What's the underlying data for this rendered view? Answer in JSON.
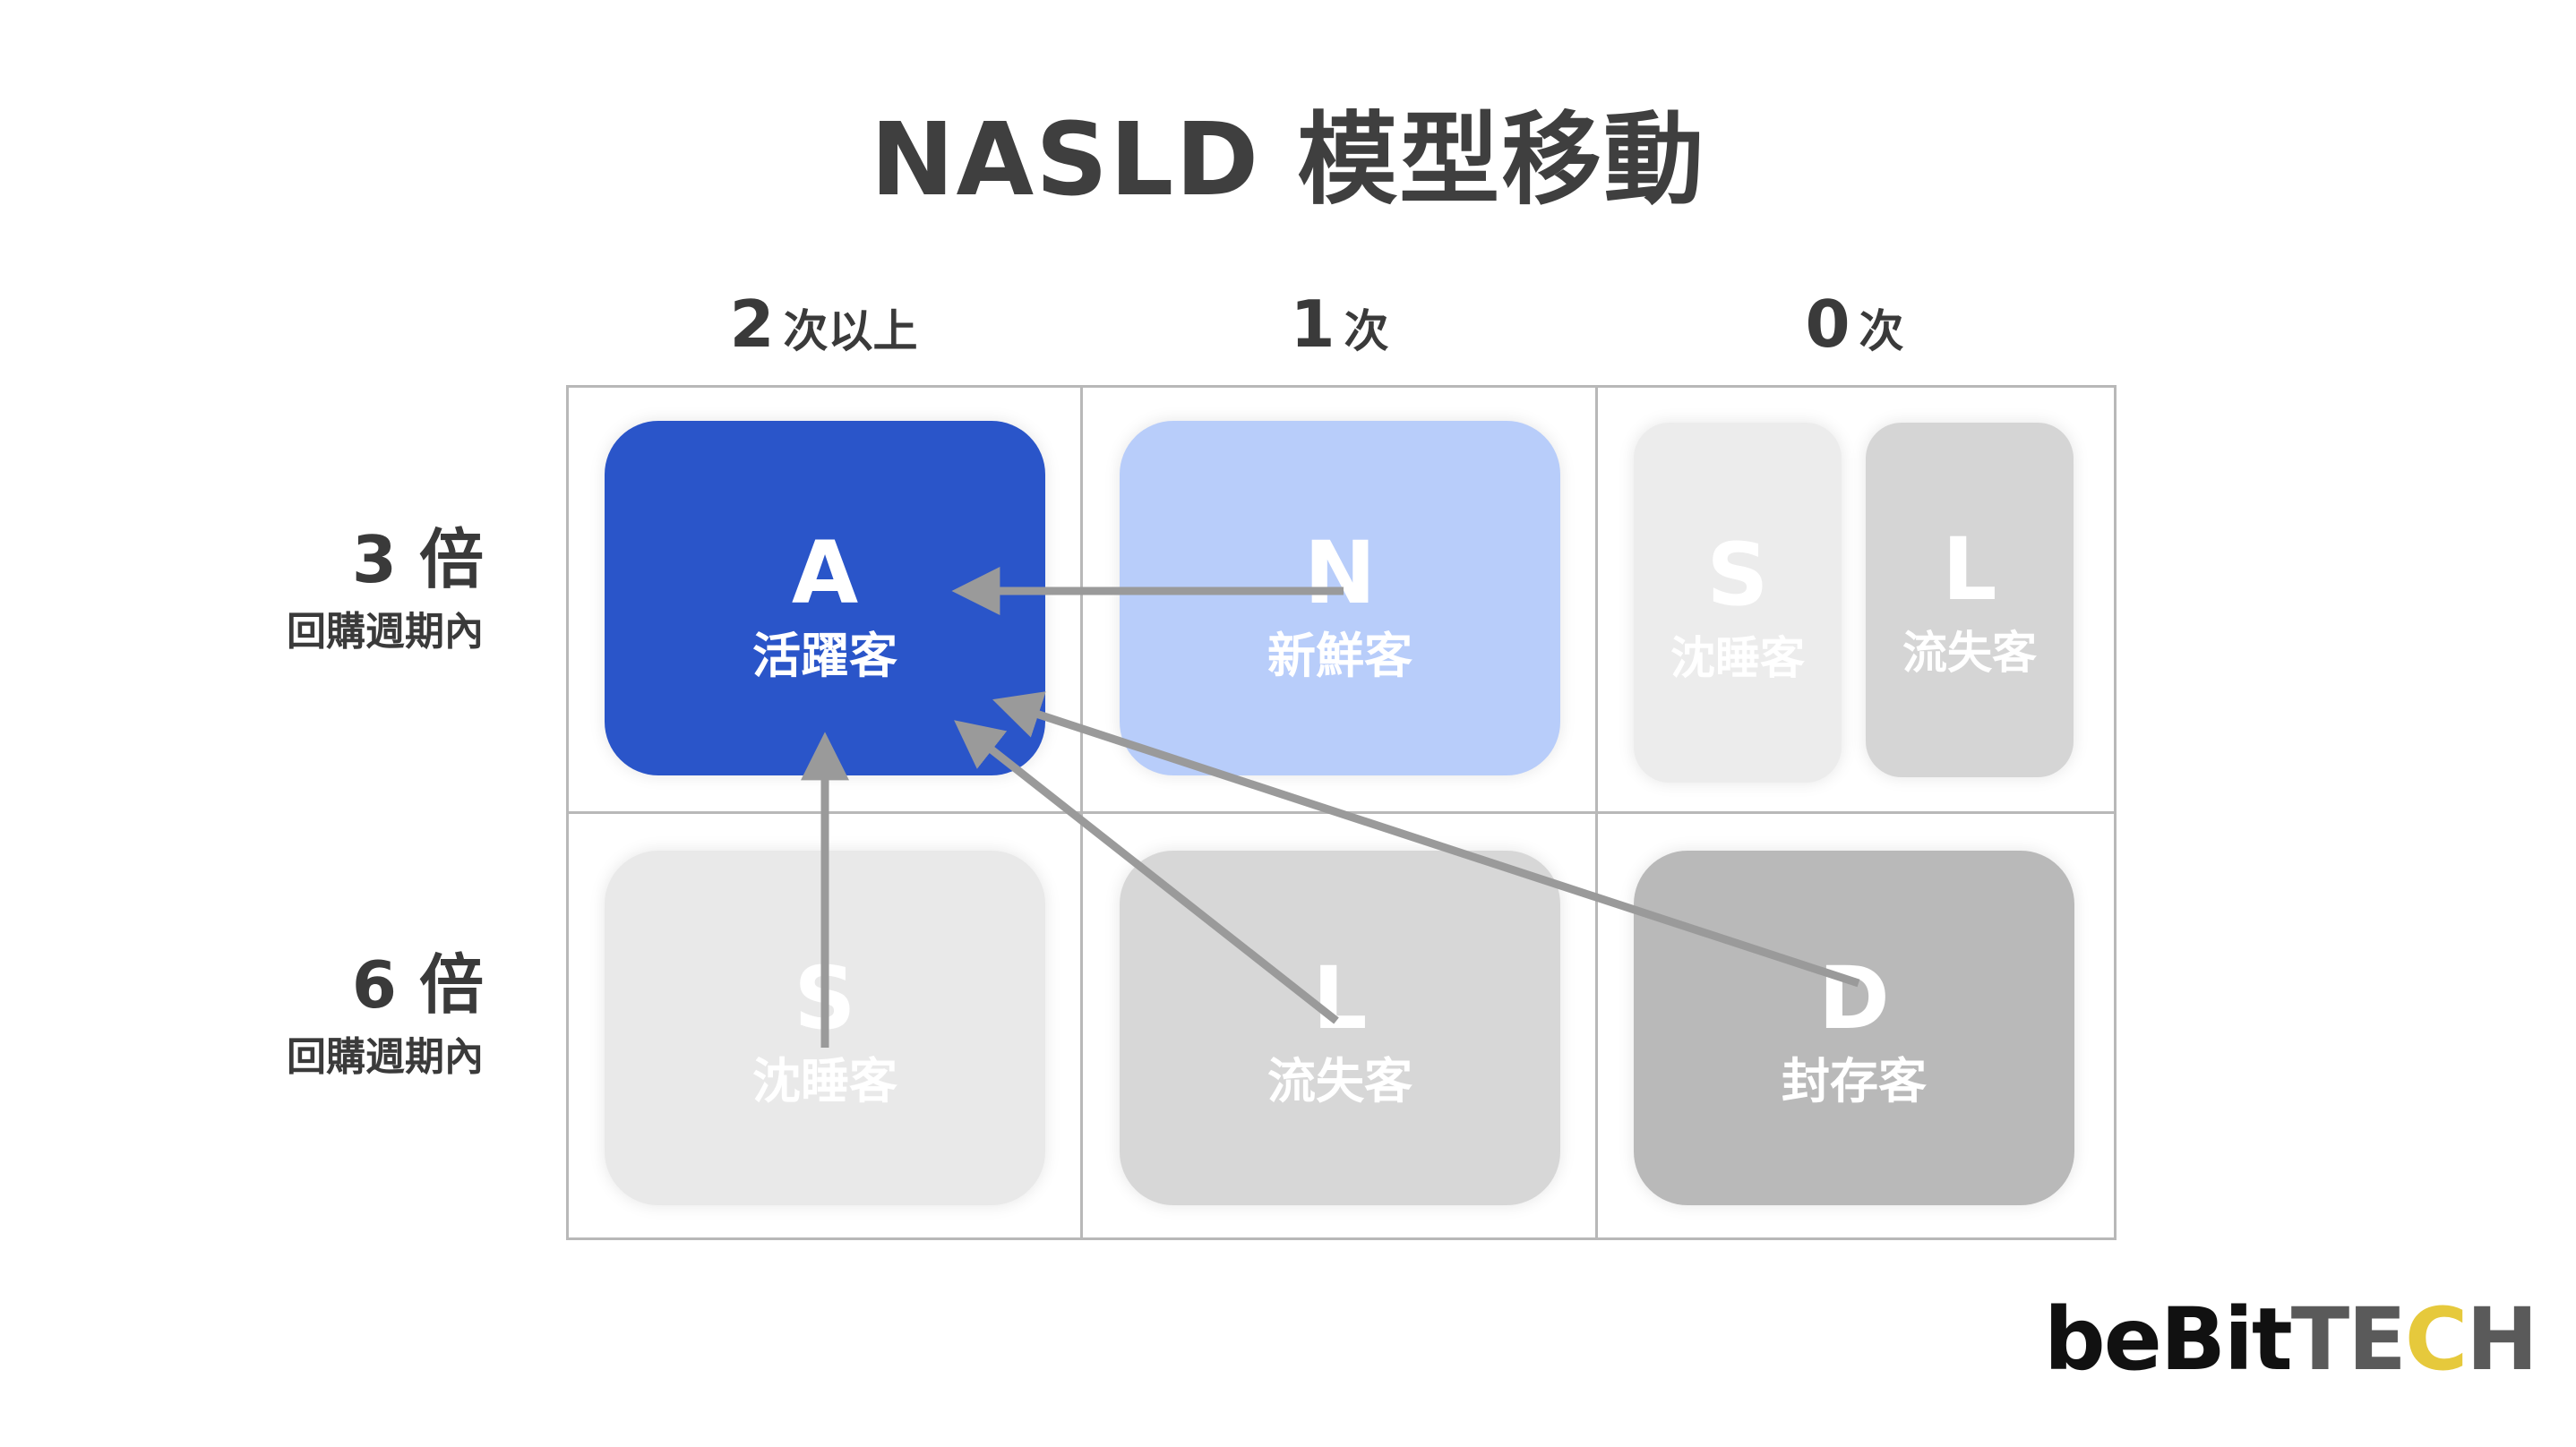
{
  "title": "NASLD 模型移動",
  "columns": [
    {
      "num": "2",
      "unit": "次以上"
    },
    {
      "num": "1",
      "unit": "次"
    },
    {
      "num": "0",
      "unit": "次"
    }
  ],
  "rows": [
    {
      "big": "3 倍",
      "small": "回購週期內"
    },
    {
      "big": "6 倍",
      "small": "回購週期內"
    }
  ],
  "cards": {
    "a": {
      "letter": "A",
      "label": "活躍客"
    },
    "n": {
      "letter": "N",
      "label": "新鮮客"
    },
    "s_top": {
      "letter": "S",
      "label": "沈睡客"
    },
    "l_top": {
      "letter": "L",
      "label": "流失客"
    },
    "s_bottom": {
      "letter": "S",
      "label": "沈睡客"
    },
    "l_bottom": {
      "letter": "L",
      "label": "流失客"
    },
    "d": {
      "letter": "D",
      "label": "封存客"
    }
  },
  "colors": {
    "active": "#2a55c9",
    "new": "#b8cdfa",
    "arrow": "#9a9a9a",
    "logo_accent": "#e6c93c"
  },
  "logo": {
    "part1": "beBit",
    "part2": "TE",
    "part3": "C",
    "part4": "H"
  }
}
